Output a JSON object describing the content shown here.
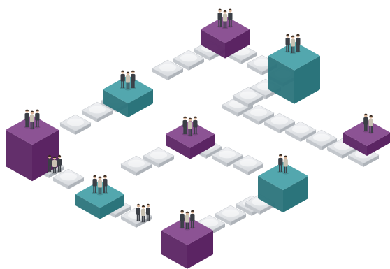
{
  "colors": {
    "background": "#ffffff",
    "walkway_tile_top": "#e4e6e9",
    "walkway_tile_side": "#b9bdc3",
    "purple_top": "#7d3c86",
    "purple_side": "#5b2463",
    "teal_top": "#3c9ba3",
    "teal_side": "#2b747b",
    "person_suit": "#3b3f46",
    "person_light": "#c9c2b3",
    "person_skin": "#d9b59a"
  },
  "platforms": [
    {
      "name": "platform-purple-top",
      "color": "purple",
      "people": 3
    },
    {
      "name": "platform-teal-upper-right",
      "color": "teal",
      "people": 3
    },
    {
      "name": "platform-teal-upper-left",
      "color": "teal",
      "people": 3
    },
    {
      "name": "platform-purple-left-large",
      "color": "purple",
      "people": 3
    },
    {
      "name": "platform-purple-center",
      "color": "purple",
      "people": 3
    },
    {
      "name": "platform-purple-right",
      "color": "purple",
      "people": 2
    },
    {
      "name": "platform-teal-right-mid",
      "color": "teal",
      "people": 2
    },
    {
      "name": "platform-teal-left-low",
      "color": "teal",
      "people": 3
    },
    {
      "name": "platform-purple-bottom",
      "color": "purple",
      "people": 3
    }
  ],
  "standalone_groups": [
    {
      "name": "people-group-left-walkway",
      "people": 3
    },
    {
      "name": "people-group-bottom-walkway",
      "people": 3
    }
  ]
}
